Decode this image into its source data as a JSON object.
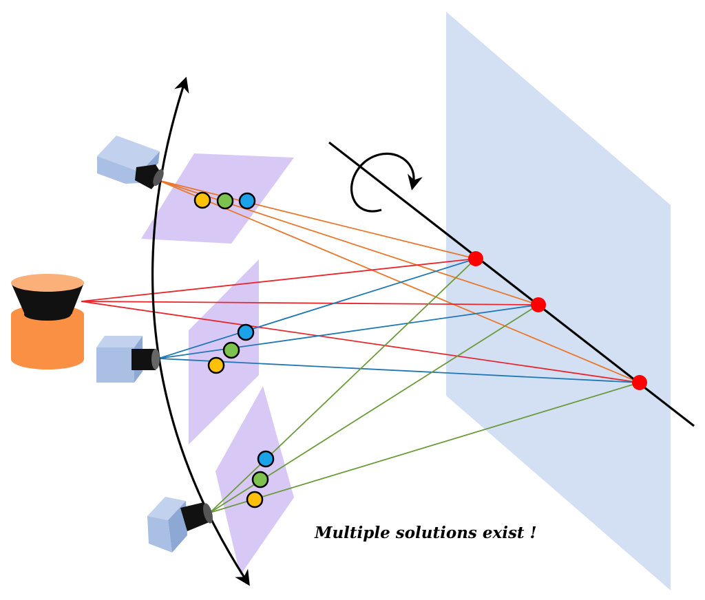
{
  "caption": "Multiple solutions exist !",
  "colors": {
    "background_plane": "#d3dff3",
    "image_plane": "#d8c8f6",
    "camera_body": "#aabfe4",
    "lens": "#111111",
    "projector": "#f99043",
    "projector_top": "#fbb07a",
    "axis_line": "#000000",
    "solution_point": "#ff0000",
    "ray_orange": "#e8772c",
    "ray_red": "#e8262c",
    "ray_blue": "#1f77b4",
    "ray_green": "#6b9a3a",
    "dot_yellow": "#fec109",
    "dot_green": "#7dc24f",
    "dot_blue": "#1ba2e8"
  },
  "icons": [
    "camera-icon",
    "projector-icon",
    "rotation-arrow-icon",
    "motion-arc-arrow-icon"
  ],
  "cameras": [
    "camera-top",
    "camera-middle",
    "camera-bottom"
  ],
  "solution_points": [
    "solution-point-1",
    "solution-point-2",
    "solution-point-3"
  ]
}
